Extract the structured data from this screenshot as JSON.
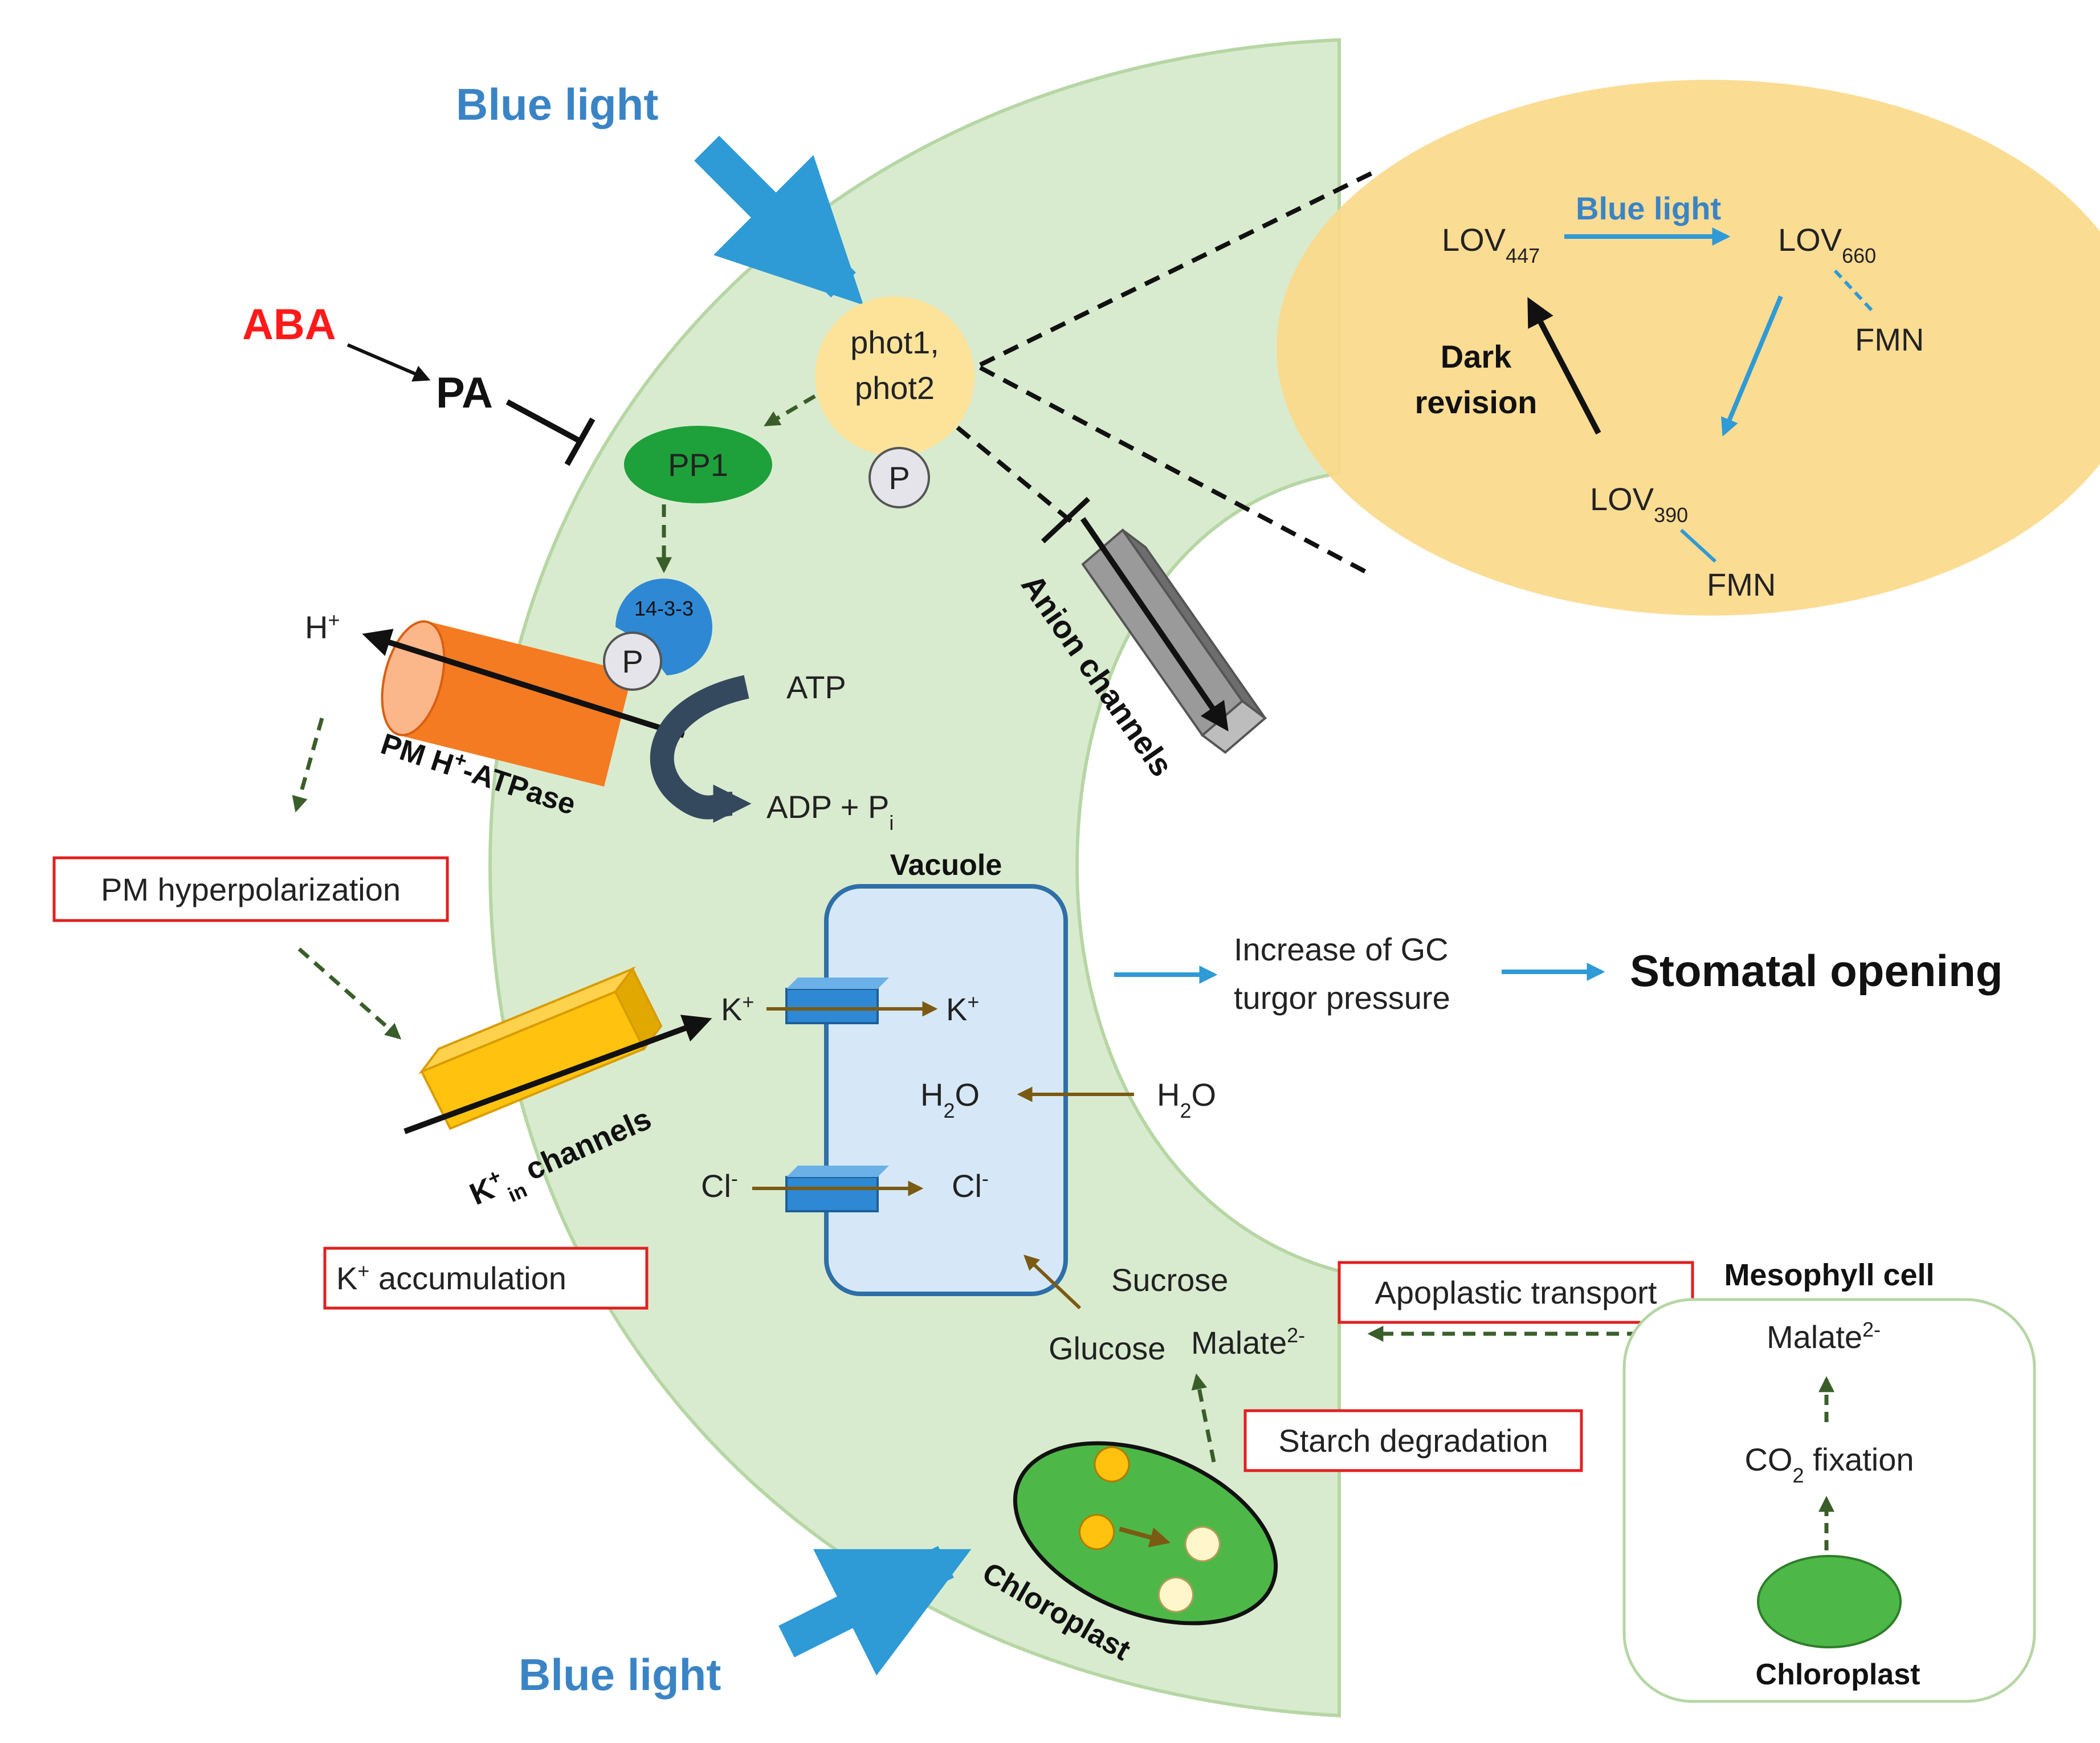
{
  "colors": {
    "cell": "#d9ebcf",
    "cell_border": "#b6d6a4",
    "lov_bg": "#fbd98a",
    "blue_arrow": "#2e9ad6",
    "blue_text": "#3a84c6",
    "aba": "#ff1a1a",
    "dashed_green": "#3a5e2a",
    "brown_arrow": "#7b5a12",
    "box_red": "#e02020",
    "pp1": "#1ea03a",
    "phot": "#fde39a",
    "atpase": "#f47b22",
    "kchannel": "#ffc20e",
    "vacuole": "#d6e8f8",
    "vacuole_border": "#2f6fa8",
    "chloroplast": "#4db848"
  },
  "labels": {
    "blue_light_top": "Blue light",
    "blue_light_bottom": "Blue light",
    "aba": "ABA",
    "pa": "PA",
    "phot1": "phot1,",
    "phot2": "phot2",
    "p": "P",
    "pp1": "PP1",
    "f1433": "14-3-3",
    "h_plus": "H",
    "plus": "+",
    "atp": "ATP",
    "adp": "ADP + P",
    "adp_sub": "i",
    "pm_atpase_1": "PM H",
    "pm_atpase_2": "-ATPase",
    "anion": "Anion channels",
    "pm_hyper": "PM hyperpolarization",
    "vacuole": "Vacuole",
    "k": "K",
    "h2o_h": "H",
    "h2o_2": "2",
    "h2o_o": "O",
    "cl": "Cl",
    "minus": "-",
    "kin_k": "K",
    "kin_in": "in",
    "kin_channels": " channels",
    "k_acc": " accumulation",
    "increase_1": "Increase of GC",
    "increase_2": "turgor pressure",
    "stomatal": "Stomatal opening",
    "sucrose": "Sucrose",
    "glucose": "Glucose",
    "malate": "Malate",
    "malate_charge": "2-",
    "starch": "Starch degradation",
    "apoplastic": "Apoplastic transport",
    "mesophyll": "Mesophyll cell",
    "co2_c": "CO",
    "co2_2": "2",
    "co2_rest": " fixation",
    "chloroplast": "Chloroplast",
    "lov": "LOV",
    "lov447": "447",
    "lov660": "660",
    "lov390": "390",
    "lov_blue": "Blue light",
    "fmn": "FMN",
    "dark1": "Dark",
    "dark2": "revision"
  }
}
